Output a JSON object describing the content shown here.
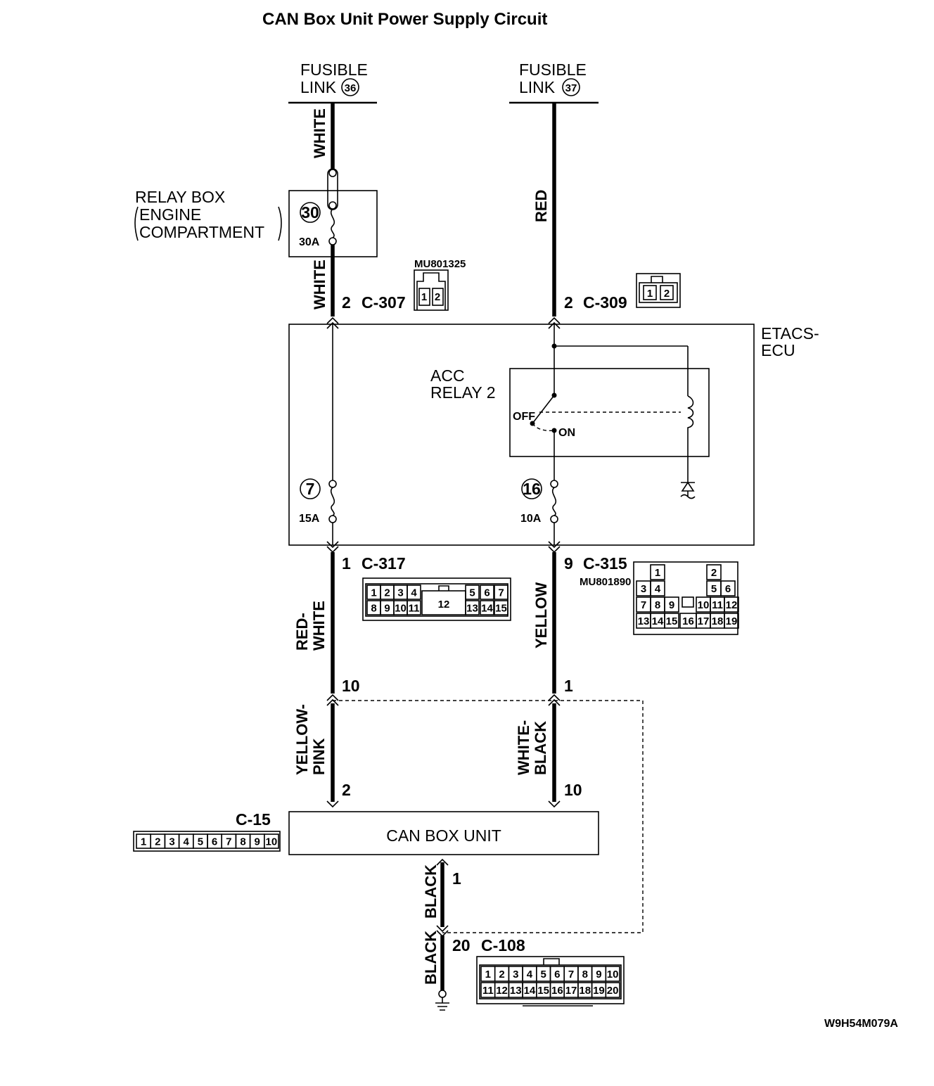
{
  "title": "CAN Box Unit Power Supply Circuit",
  "fusible_links": [
    {
      "label": "FUSIBLE",
      "label2": "LINK",
      "number": "36"
    },
    {
      "label": "FUSIBLE",
      "label2": "LINK",
      "number": "37"
    }
  ],
  "relay_box": {
    "line1": "RELAY BOX",
    "line2": "ENGINE",
    "line3": "COMPARTMENT",
    "fuse_number": "30",
    "fuse_rating": "30A"
  },
  "wire_colors": {
    "white_top": "WHITE",
    "white_mid": "WHITE",
    "red": "RED",
    "red_white_1": "RED-",
    "red_white_2": "WHITE",
    "yellow": "YELLOW",
    "yellow_pink_1": "YELLOW-",
    "yellow_pink_2": "PINK",
    "white_black_1": "WHITE-",
    "white_black_2": "BLACK",
    "black_1": "BLACK",
    "black_2": "BLACK"
  },
  "connectors": {
    "c307": {
      "pin": "2",
      "name": "C-307",
      "part": "MU801325",
      "pins": [
        "1",
        "2"
      ]
    },
    "c309": {
      "pin": "2",
      "name": "C-309",
      "pins": [
        "1",
        "2"
      ]
    },
    "c317": {
      "pin": "1",
      "name": "C-317",
      "row1": [
        "1",
        "2",
        "3",
        "4",
        "5",
        "6",
        "7"
      ],
      "row2": [
        "8",
        "9",
        "10",
        "11",
        "13",
        "14",
        "15"
      ],
      "center": "12"
    },
    "c315": {
      "pin": "9",
      "name": "C-315",
      "part": "MU801890",
      "row0": [
        "1",
        "2"
      ],
      "row1": [
        "3",
        "4",
        "5",
        "6"
      ],
      "row2": [
        "7",
        "8",
        "9",
        "10",
        "11",
        "12"
      ],
      "row3": [
        "13",
        "14",
        "15",
        "16",
        "17",
        "18",
        "19"
      ]
    },
    "c15": {
      "name": "C-15",
      "pins": [
        "1",
        "2",
        "3",
        "4",
        "5",
        "6",
        "7",
        "8",
        "9",
        "10"
      ]
    },
    "c108": {
      "pin": "20",
      "name": "C-108",
      "row1": [
        "1",
        "2",
        "3",
        "4",
        "5",
        "6",
        "7",
        "8",
        "9",
        "10"
      ],
      "row2": [
        "11",
        "12",
        "13",
        "14",
        "15",
        "16",
        "17",
        "18",
        "19",
        "20"
      ]
    }
  },
  "etacs": {
    "line1": "ETACS-",
    "line2": "ECU",
    "relay_line1": "ACC",
    "relay_line2": "RELAY 2",
    "off": "OFF",
    "on": "ON",
    "fuse7_number": "7",
    "fuse7_rating": "15A",
    "fuse16_number": "16",
    "fuse16_rating": "10A"
  },
  "pins": {
    "left_10": "10",
    "right_1": "1",
    "left_2": "2",
    "right_10": "10",
    "ground_1": "1"
  },
  "can_box_unit": "CAN BOX UNIT",
  "figure_id": "W9H54M079A"
}
